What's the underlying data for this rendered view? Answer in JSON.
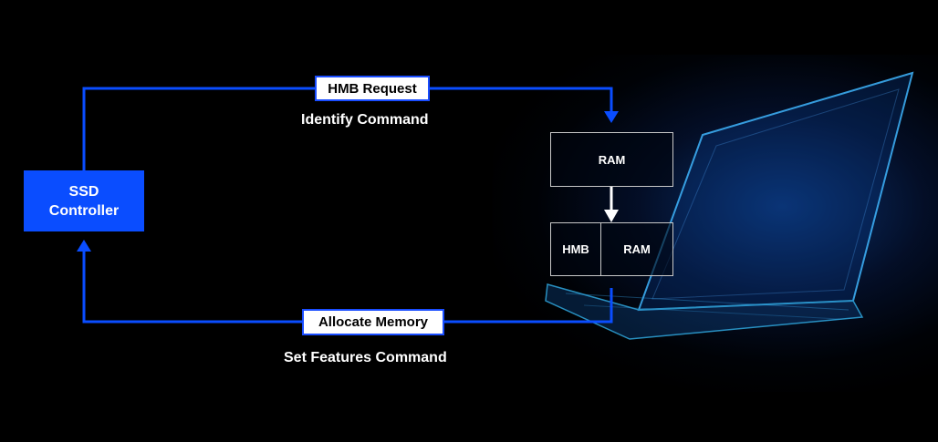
{
  "diagram": {
    "title": "HMB allocation flow",
    "colors": {
      "background": "#000000",
      "accent_blue": "#0a4dff",
      "box_border": "#c8c8c8",
      "text": "#ffffff"
    },
    "nodes": {
      "ssd_controller": {
        "line1": "SSD",
        "line2": "Controller"
      },
      "ram_top": {
        "label": "RAM"
      },
      "hmb": {
        "label": "HMB"
      },
      "ram_bottom": {
        "label": "RAM"
      }
    },
    "edges": {
      "top": {
        "label": "HMB Request",
        "caption": "Identify Command"
      },
      "bottom": {
        "label": "Allocate Memory",
        "caption": "Set Features Command"
      }
    },
    "illustration": "laptop-hologram"
  }
}
